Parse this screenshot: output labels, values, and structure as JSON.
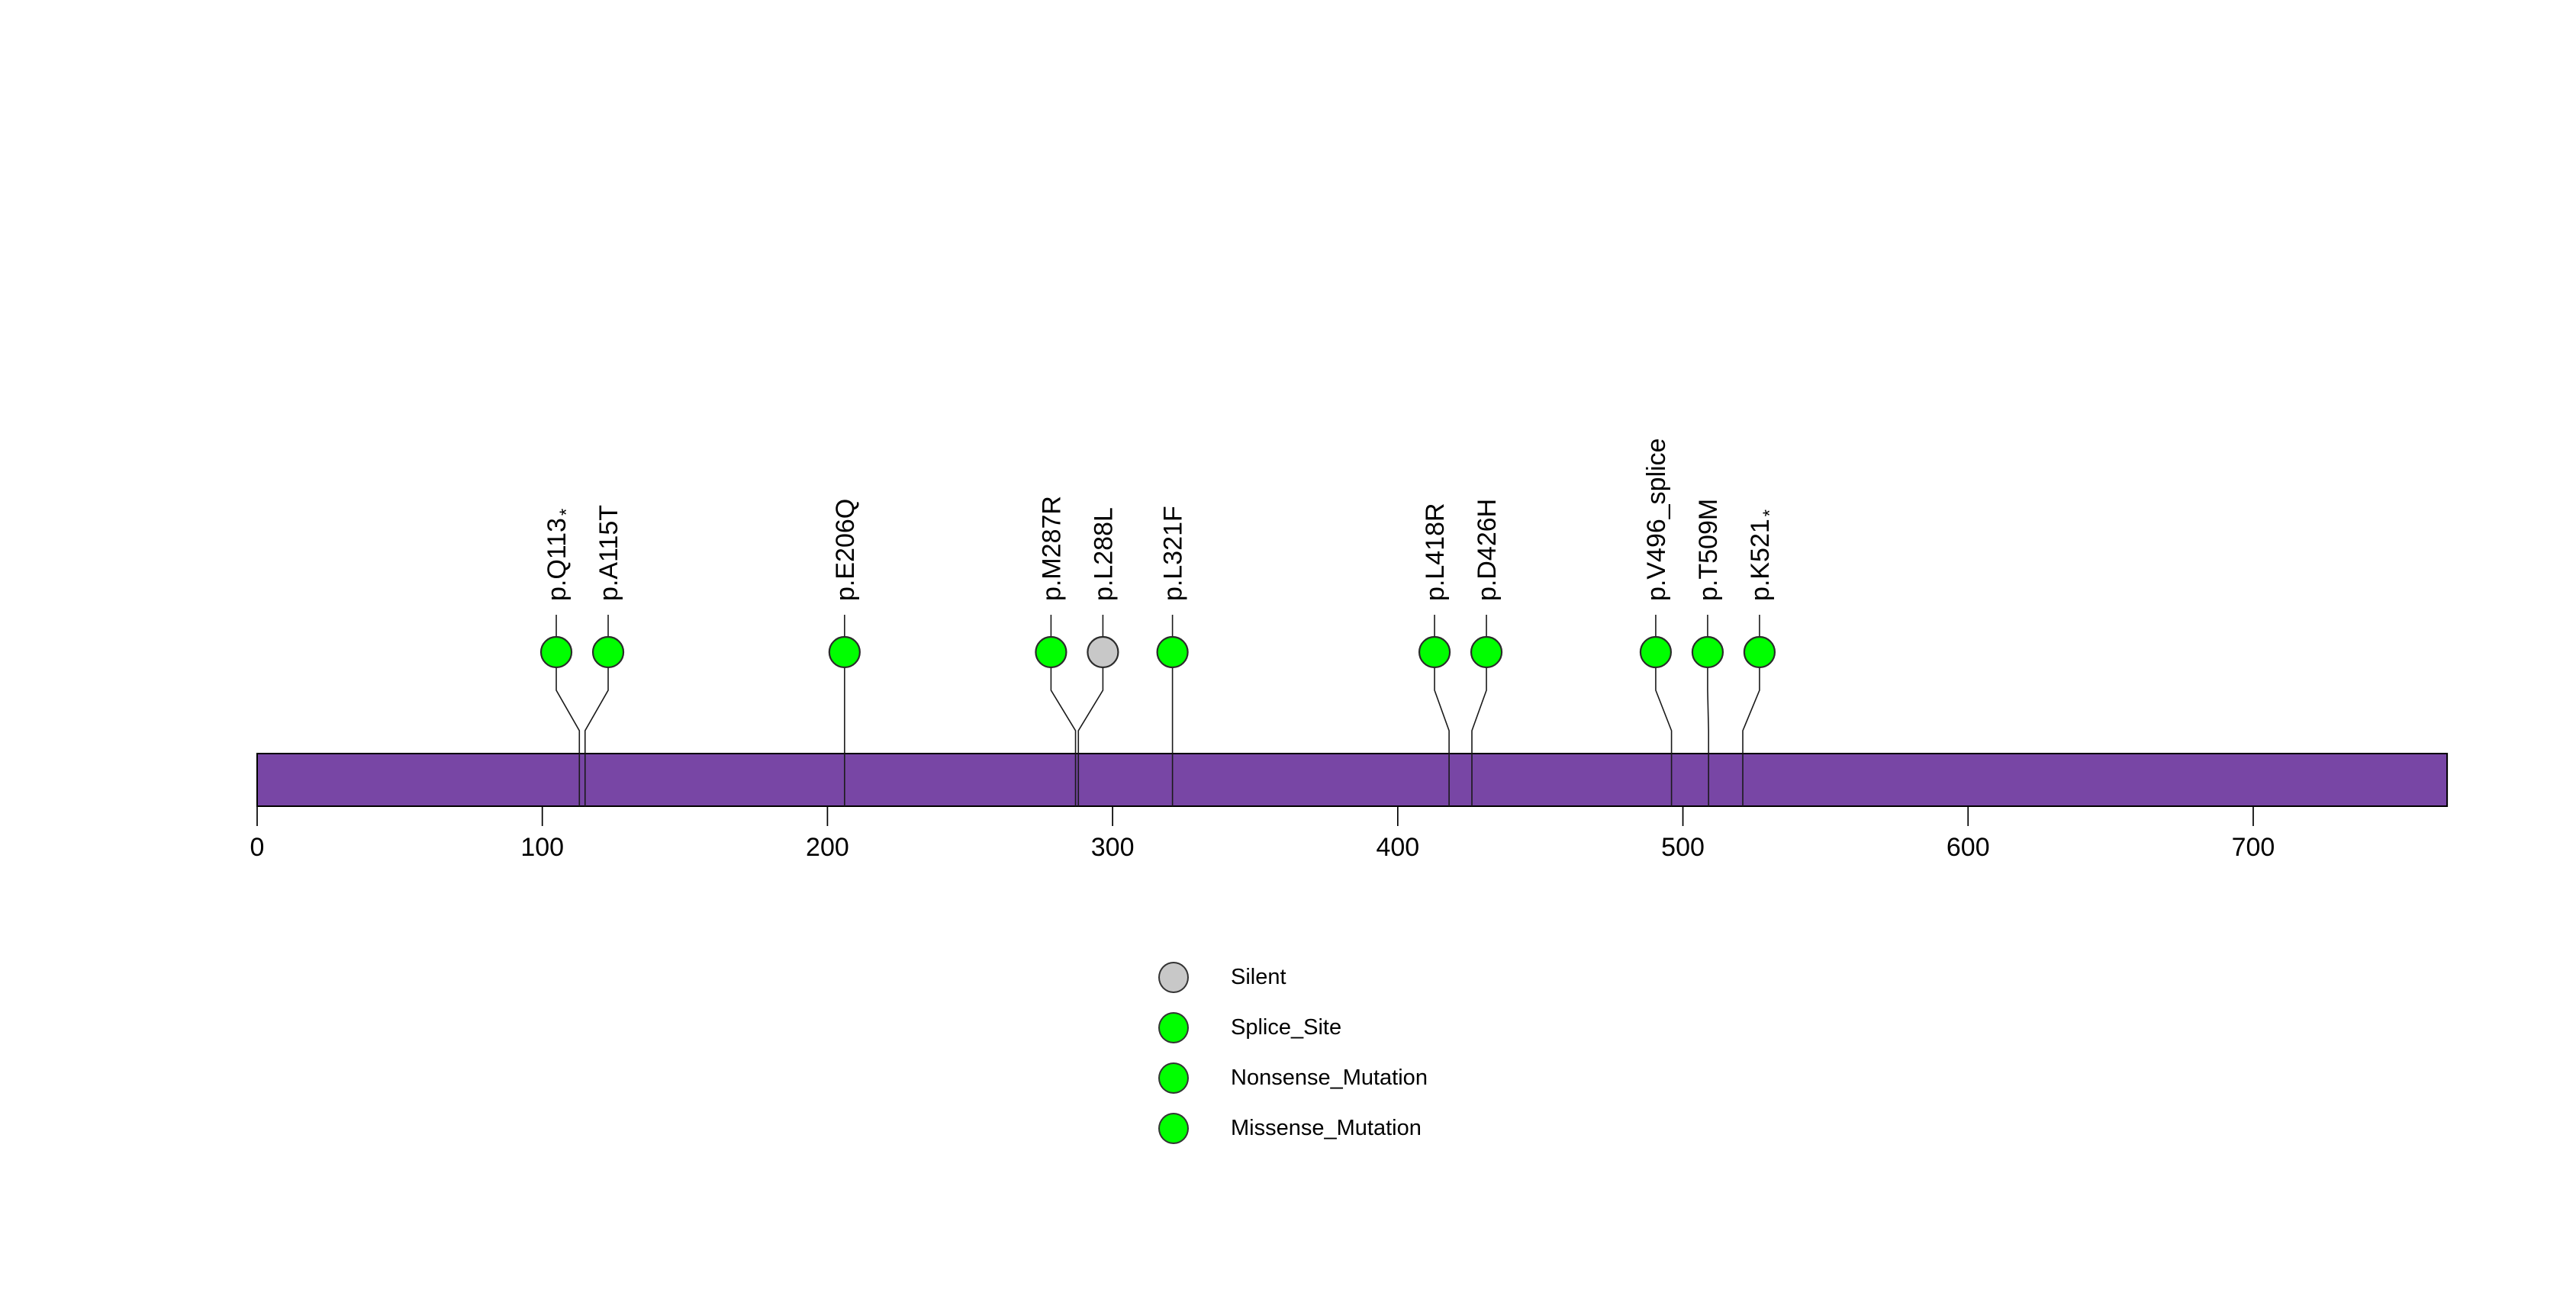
{
  "chart_data": {
    "type": "lollipop",
    "title": "",
    "xlabel": "",
    "ylabel": "",
    "axis": {
      "tick_labels": [
        "0",
        "100",
        "200",
        "300",
        "400",
        "500",
        "600",
        "700"
      ],
      "ticks": [
        0,
        100,
        200,
        300,
        400,
        500,
        600,
        700
      ],
      "xlim": [
        0,
        768
      ]
    },
    "protein_length": 768,
    "mutations": [
      {
        "label": "p.Q113*",
        "position": 113,
        "type": "Nonsense_Mutation",
        "color": "#00FF00"
      },
      {
        "label": "p.A115T",
        "position": 115,
        "type": "Missense_Mutation",
        "color": "#00FF00"
      },
      {
        "label": "p.E206Q",
        "position": 206,
        "type": "Missense_Mutation",
        "color": "#00FF00"
      },
      {
        "label": "p.M287R",
        "position": 287,
        "type": "Missense_Mutation",
        "color": "#00FF00"
      },
      {
        "label": "p.L288L",
        "position": 288,
        "type": "Silent",
        "color": "#C8C8C8"
      },
      {
        "label": "p.L321F",
        "position": 321,
        "type": "Missense_Mutation",
        "color": "#00FF00"
      },
      {
        "label": "p.L418R",
        "position": 418,
        "type": "Missense_Mutation",
        "color": "#00FF00"
      },
      {
        "label": "p.D426H",
        "position": 426,
        "type": "Missense_Mutation",
        "color": "#00FF00"
      },
      {
        "label": "p.V496_splice",
        "position": 496,
        "type": "Splice_Site",
        "color": "#00FF00"
      },
      {
        "label": "p.T509M",
        "position": 509,
        "type": "Missense_Mutation",
        "color": "#00FF00"
      },
      {
        "label": "p.K521*",
        "position": 521,
        "type": "Nonsense_Mutation",
        "color": "#00FF00"
      }
    ],
    "legend": [
      {
        "label": "Silent",
        "color": "#C8C8C8"
      },
      {
        "label": "Splice_Site",
        "color": "#00FF00"
      },
      {
        "label": "Nonsense_Mutation",
        "color": "#00FF00"
      },
      {
        "label": "Missense_Mutation",
        "color": "#00FF00"
      }
    ],
    "legend_position": "bottom-center",
    "grid": false,
    "colors": {
      "protein_bar": "#7846A5",
      "bar_border": "#000000",
      "stem": "#1a1a1a",
      "circle_border": "#2b2b2b",
      "text": "#000000"
    }
  }
}
